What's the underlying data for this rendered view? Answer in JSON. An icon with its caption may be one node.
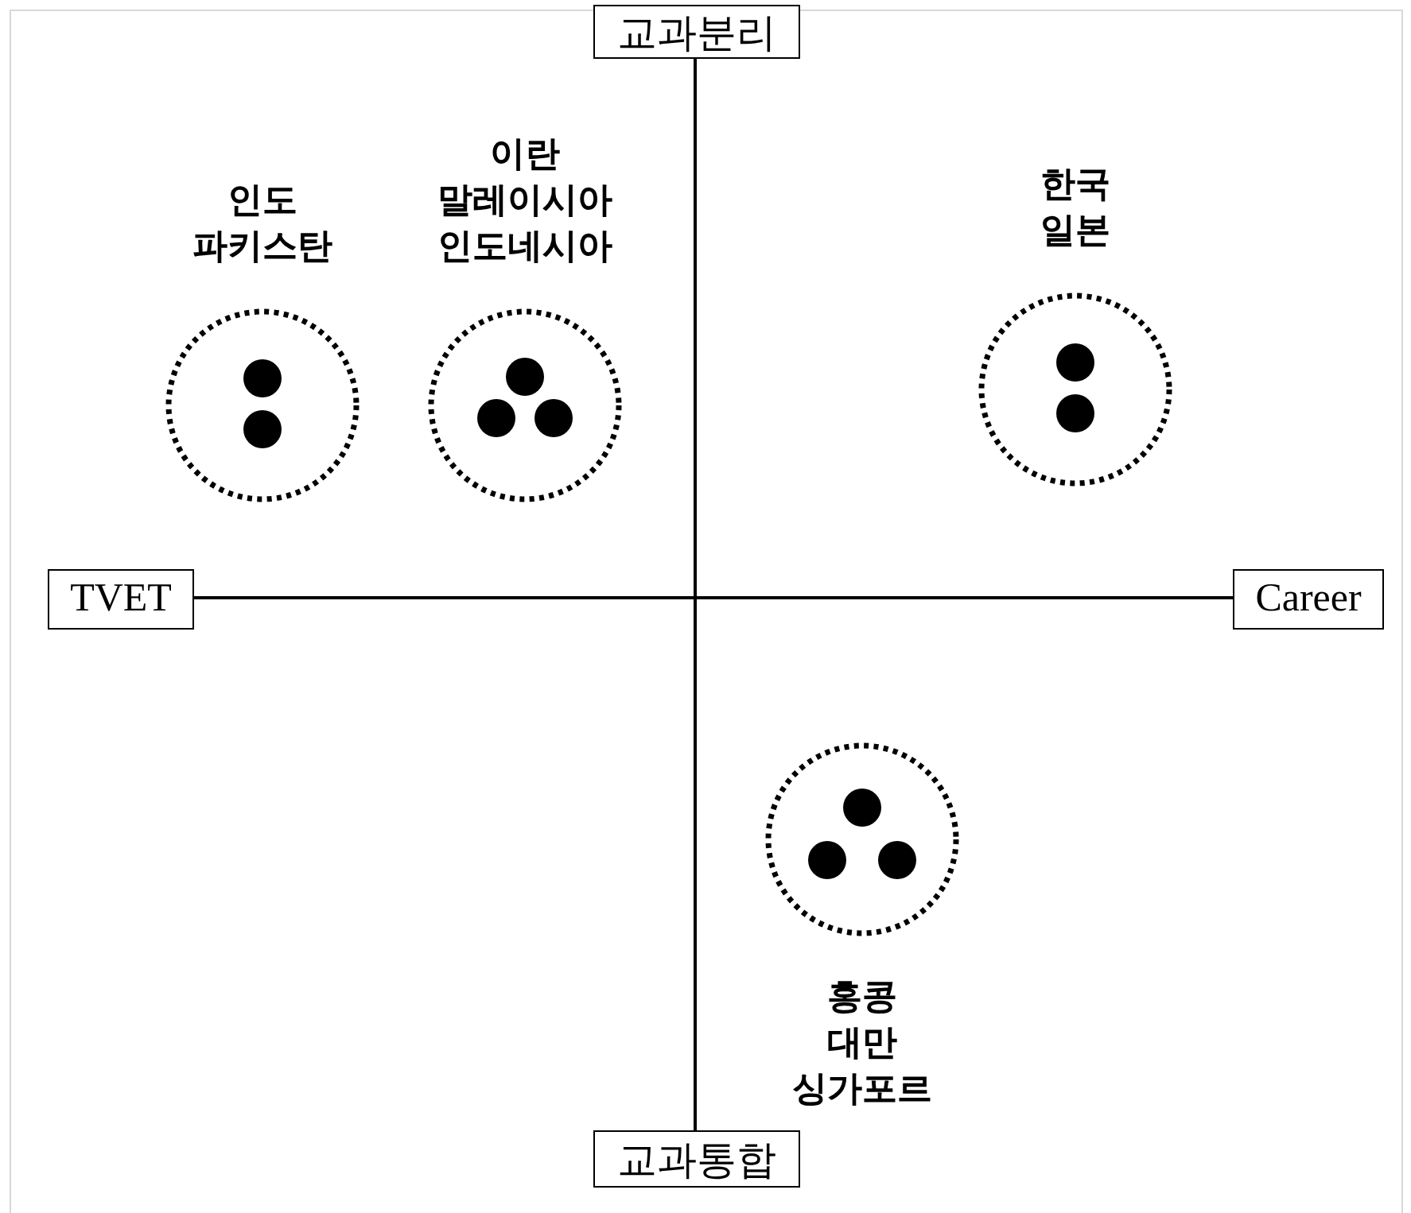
{
  "diagram": {
    "nodes": [
      {
        "text": [
          "교과분리"
        ]
      },
      {
        "text": [
          "인도 파키스탄"
        ]
      },
      {
        "text": [
          "이란 말레이시아 인도네시아"
        ]
      },
      {
        "text": [
          "한국 일본"
        ]
      },
      {
        "text": [
          "TVET"
        ]
      },
      {
        "text": [
          "Career"
        ]
      },
      {
        "text": [
          "홍콩 대만 싱가포르"
        ]
      },
      {
        "text": [
          "교과통합"
        ]
      }
    ],
    "edges": [
      {
        "from": 0,
        "to": 7,
        "arrow": "none"
      },
      {
        "from": 4,
        "to": 5,
        "arrow": "none"
      }
    ]
  }
}
